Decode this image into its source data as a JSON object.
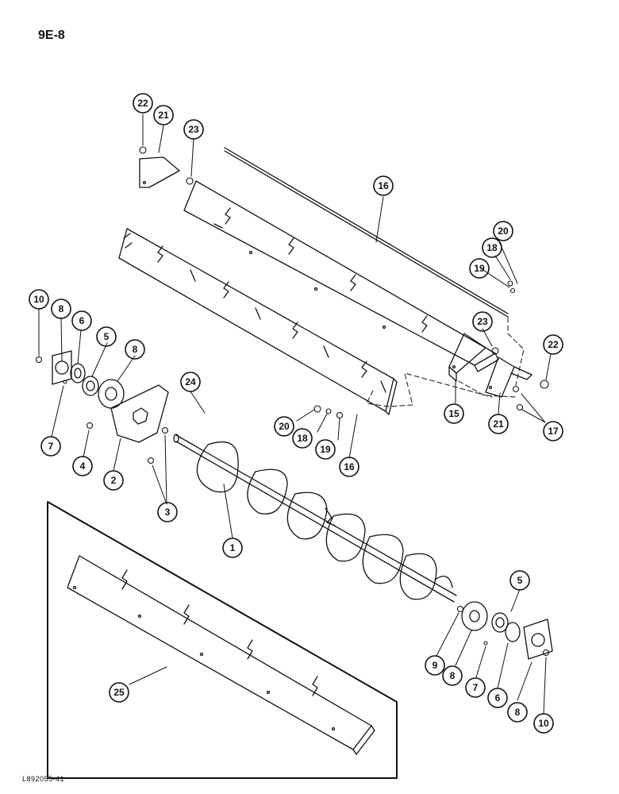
{
  "page_code": "9E-8",
  "figure_code": "L892055-41",
  "callouts": [
    {
      "label": "22"
    },
    {
      "label": "21"
    },
    {
      "label": "23"
    },
    {
      "label": "16"
    },
    {
      "label": "20"
    },
    {
      "label": "18"
    },
    {
      "label": "19"
    },
    {
      "label": "23"
    },
    {
      "label": "22"
    },
    {
      "label": "15"
    },
    {
      "label": "21"
    },
    {
      "label": "17"
    },
    {
      "label": "10"
    },
    {
      "label": "8"
    },
    {
      "label": "6"
    },
    {
      "label": "5"
    },
    {
      "label": "8"
    },
    {
      "label": "7"
    },
    {
      "label": "4"
    },
    {
      "label": "2"
    },
    {
      "label": "3"
    },
    {
      "label": "24"
    },
    {
      "label": "20"
    },
    {
      "label": "18"
    },
    {
      "label": "19"
    },
    {
      "label": "16"
    },
    {
      "label": "1"
    },
    {
      "label": "5"
    },
    {
      "label": "9"
    },
    {
      "label": "8"
    },
    {
      "label": "7"
    },
    {
      "label": "6"
    },
    {
      "label": "8"
    },
    {
      "label": "10"
    },
    {
      "label": "25"
    }
  ]
}
